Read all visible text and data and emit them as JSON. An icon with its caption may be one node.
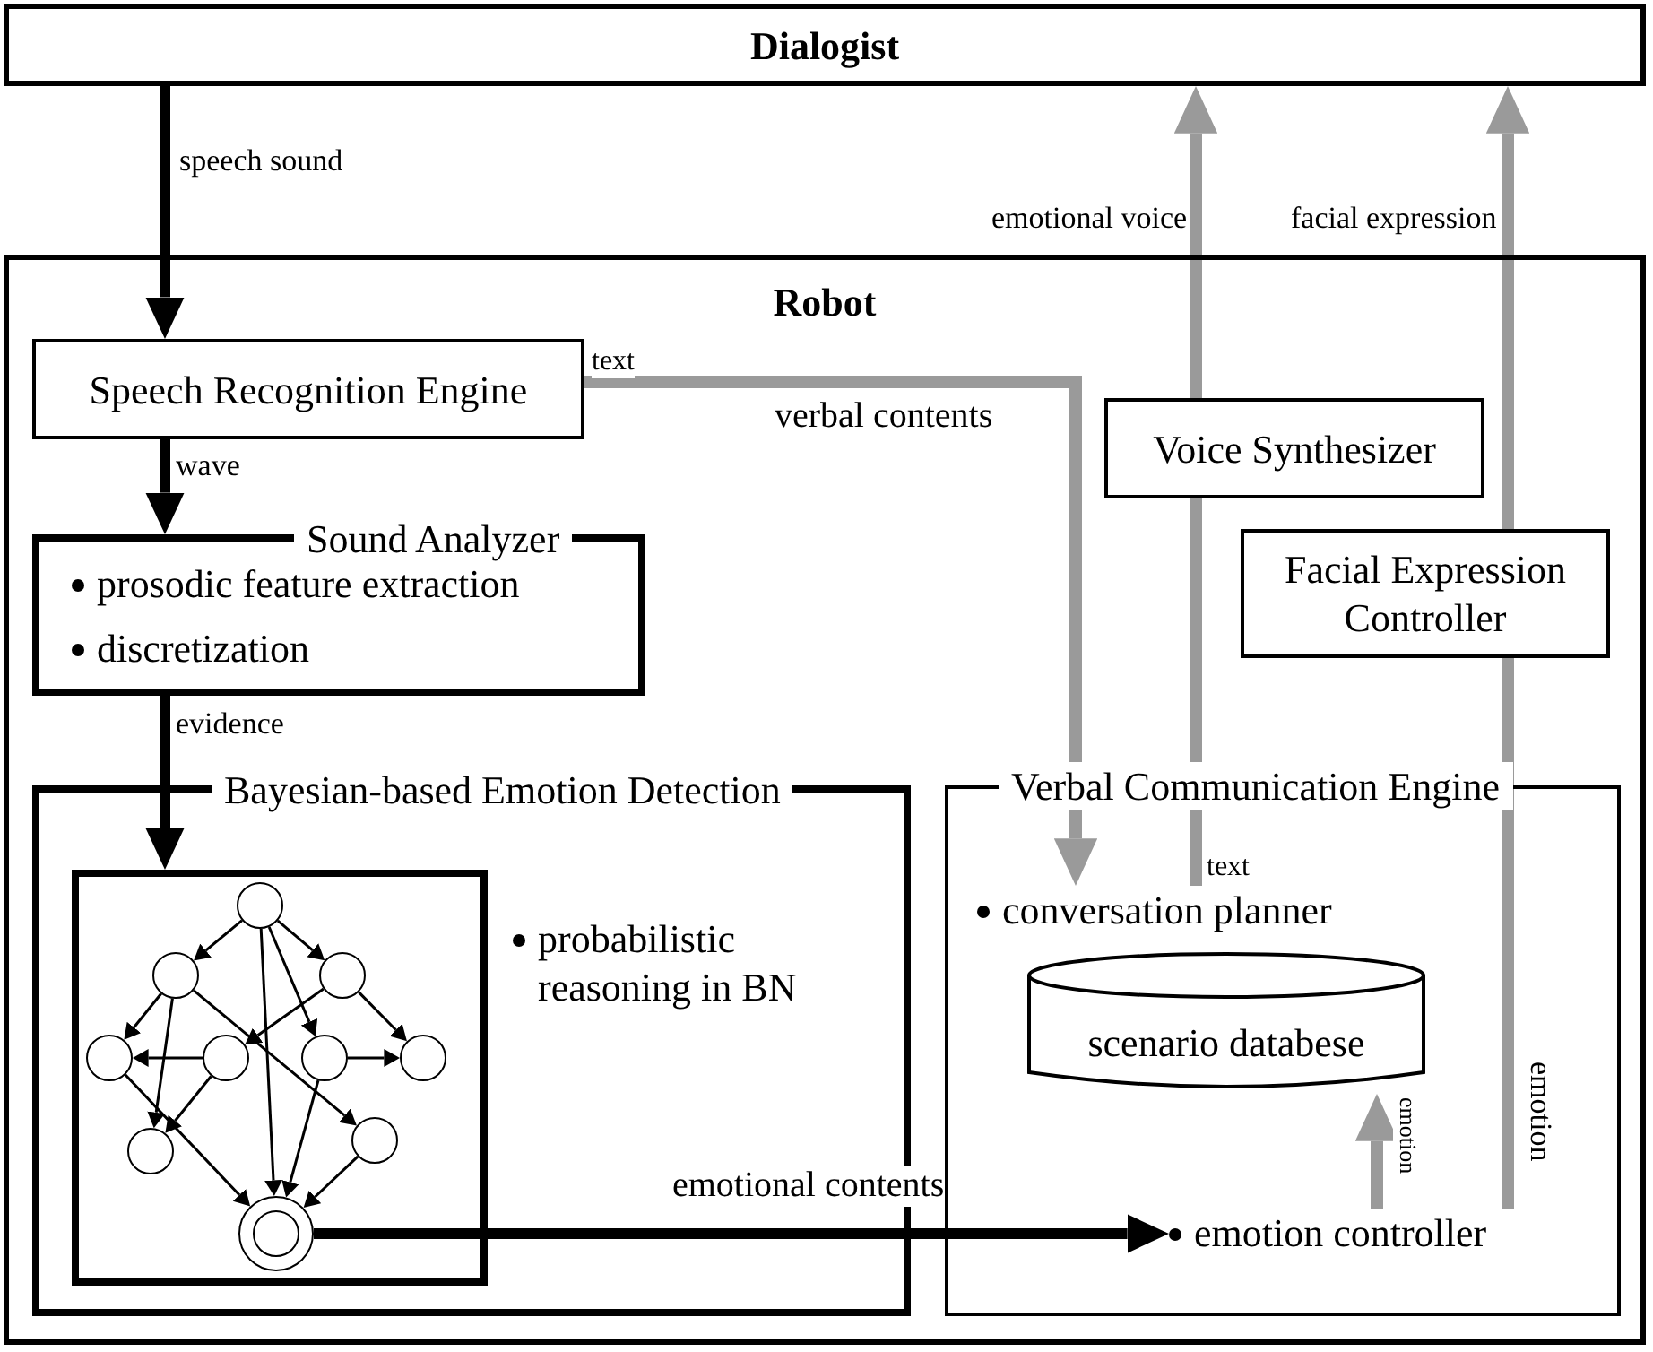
{
  "diagram": {
    "nodes": [
      {
        "text": [
          "Dialogist"
        ]
      },
      {
        "text": [
          "Robot"
        ]
      },
      {
        "text": [
          "Speech Recognition Engine"
        ],
        "in": 1
      },
      {
        "text": [
          "Voice Synthesizer"
        ],
        "in": 1
      },
      {
        "text": [
          "Facial Expression Controller"
        ],
        "in": 1
      },
      {
        "text": [
          "Sound Analyzer",
          "prosodic feature extraction",
          "discretization"
        ],
        "in": 1
      },
      {
        "text": [
          "Bayesian-based Emotion Detection",
          "probabilistic reasoning in BN"
        ],
        "in": 1
      },
      {
        "text": [],
        "shape": "box",
        "in": 6
      },
      {
        "text": [],
        "shape": "circle",
        "in": 7
      },
      {
        "text": [],
        "shape": "circle",
        "in": 7
      },
      {
        "text": [],
        "shape": "circle",
        "in": 7
      },
      {
        "text": [],
        "shape": "circle",
        "in": 7
      },
      {
        "text": [],
        "shape": "circle",
        "in": 7
      },
      {
        "text": [],
        "shape": "circle",
        "in": 7
      },
      {
        "text": [],
        "shape": "circle",
        "in": 7
      },
      {
        "text": [],
        "shape": "circle",
        "in": 7
      },
      {
        "text": [],
        "shape": "circle",
        "in": 7
      },
      {
        "text": [],
        "shape": "circle",
        "in": 7
      },
      {
        "text": [
          "Verbal Communication Engine"
        ],
        "in": 1
      },
      {
        "text": [
          "conversation planner"
        ],
        "in": 18
      },
      {
        "text": [
          "scenario databese"
        ],
        "in": 18
      },
      {
        "text": [
          "emotion controller"
        ],
        "in": 18
      }
    ],
    "edges": [
      {
        "from": 0,
        "to": 2,
        "arrow": "to",
        "label": "speech sound",
        "style": "thick"
      },
      {
        "from": 2,
        "to": 5,
        "arrow": "to",
        "label": "wave",
        "style": "thick"
      },
      {
        "from": 5,
        "to": 7,
        "arrow": "to",
        "label": "evidence",
        "style": "thick"
      },
      {
        "from": 17,
        "to": 21,
        "arrow": "to",
        "label": "emotional contents",
        "style": "thick"
      },
      {
        "from": 2,
        "to": 19,
        "arrow": "to",
        "label": "verbal contents",
        "style": "thick",
        "color": "#9a9a9a"
      },
      {
        "from": 19,
        "to": 3,
        "arrow": "none",
        "label": "text",
        "style": "thick",
        "color": "#9a9a9a"
      },
      {
        "from": 3,
        "to": 0,
        "arrow": "to",
        "label": "emotional voice",
        "style": "thick",
        "color": "#9a9a9a"
      },
      {
        "from": 21,
        "to": 4,
        "arrow": "none",
        "label": "emotion",
        "style": "thick",
        "color": "#9a9a9a"
      },
      {
        "from": 4,
        "to": 0,
        "arrow": "to",
        "label": "facial expression",
        "style": "thick",
        "color": "#9a9a9a"
      },
      {
        "from": 21,
        "to": 20,
        "arrow": "to",
        "label": "emotion",
        "style": "thick",
        "color": "#9a9a9a"
      },
      {
        "from": 8,
        "to": 9,
        "arrow": "to"
      },
      {
        "from": 8,
        "to": 10,
        "arrow": "to"
      },
      {
        "from": 8,
        "to": 17,
        "arrow": "to"
      },
      {
        "from": 8,
        "to": 13,
        "arrow": "to"
      },
      {
        "from": 9,
        "to": 11,
        "arrow": "to"
      },
      {
        "from": 9,
        "to": 15,
        "arrow": "to"
      },
      {
        "from": 9,
        "to": 16,
        "arrow": "to"
      },
      {
        "from": 10,
        "to": 12,
        "arrow": "to"
      },
      {
        "from": 10,
        "to": 14,
        "arrow": "to"
      },
      {
        "from": 12,
        "to": 11,
        "arrow": "to"
      },
      {
        "from": 12,
        "to": 15,
        "arrow": "to"
      },
      {
        "from": 13,
        "to": 14,
        "arrow": "to"
      },
      {
        "from": 13,
        "to": 17,
        "arrow": "to"
      },
      {
        "from": 11,
        "to": 17,
        "arrow": "to"
      },
      {
        "from": 16,
        "to": 17,
        "arrow": "to"
      }
    ],
    "labels": [
      "text"
    ]
  }
}
